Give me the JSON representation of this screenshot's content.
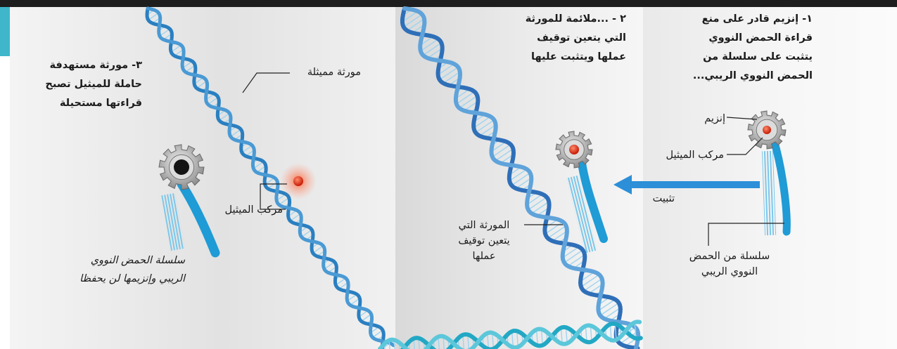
{
  "steps": {
    "step1": {
      "line1": "١- إنزيم قادر على منع",
      "line2": "قراءة الحمض النووي",
      "line3": "يتثبت على سلسلة من",
      "line4": "الحمض النووي الريبي..."
    },
    "step2": {
      "line1": "٢ - ...ملائمة للمورثة",
      "line2": "التي يتعين توقيف",
      "line3": "عملها ويتثبت عليها"
    },
    "step3": {
      "line1": "٣- مورثة مستهدفة",
      "line2": "حاملة للميثيل تصبح",
      "line3": "قراءتها مستحيلة"
    }
  },
  "labels": {
    "enzyme": "إنزيم",
    "methyl_group_1": "مركب الميثيل",
    "binding": "تثبيت",
    "rna_strand": {
      "line1": "سلسلة من الحمض",
      "line2": "النووي الريبي"
    },
    "target_gene": {
      "line1": "المورثة التي",
      "line2": "يتعين توقيف",
      "line3": "عملها"
    },
    "methylated_gene": "مورثة مميثلة",
    "methyl_group_3": "مركب الميثيل",
    "note": {
      "line1": "سلسلة الحمض النووي",
      "line2": "الريبي وإنزيمها لن يحفظا"
    }
  },
  "colors": {
    "dna": "#2a7fc0",
    "rna": "#1f9bd6",
    "enzyme": "#6a6a6a",
    "methyl": "#e53a1f",
    "arrow": "#2c8fd8",
    "accent": "#3fb6c9"
  }
}
